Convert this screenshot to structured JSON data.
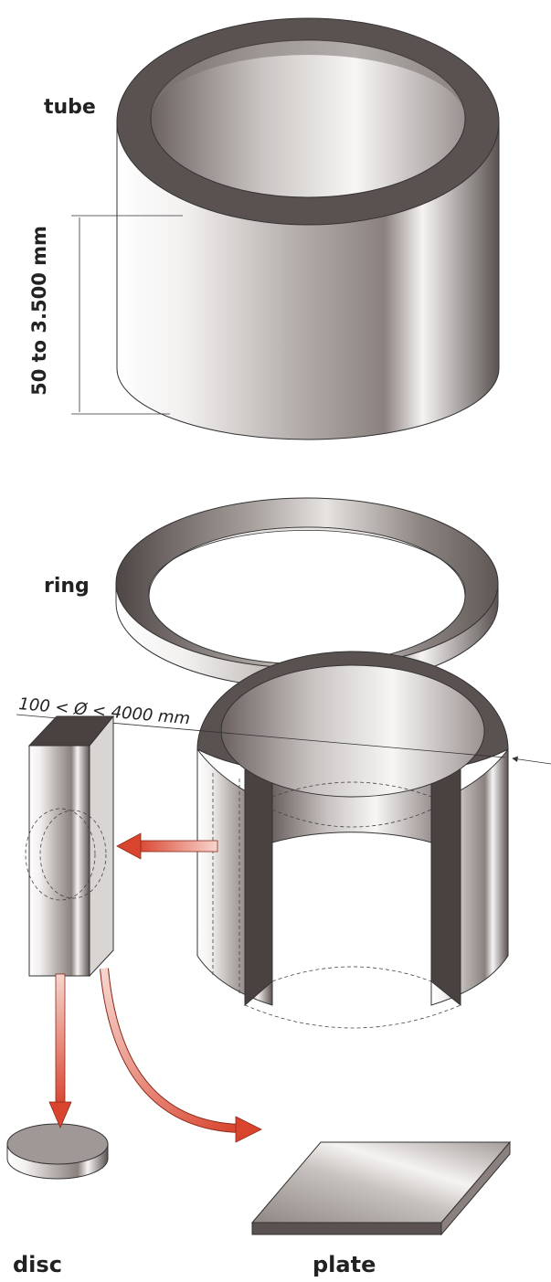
{
  "labels": {
    "tube": "tube",
    "tube_height": "50 to 3.500 mm",
    "ring": "ring",
    "diameter": "100 < Ø < 4000 mm",
    "disc": "disc",
    "plate": "plate"
  },
  "colors": {
    "rim": "#5a5250",
    "steel_light": "#f4f2f1",
    "steel_dark": "#4a4240",
    "arrow": "#d9442e",
    "line": "#333333"
  }
}
